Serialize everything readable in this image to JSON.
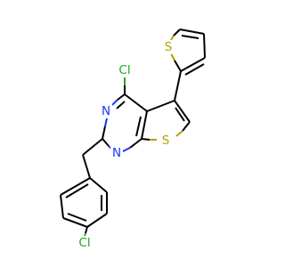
{
  "molecule": {
    "atoms": {
      "cl_top": "Cl",
      "n_pyr_1": "N",
      "n_pyr_2": "N",
      "s_fused": "S",
      "s_thienyl": "S",
      "cl_bottom": "Cl"
    },
    "colors": {
      "bond": "#000000",
      "nitrogen": "#1a33ff",
      "sulfur": "#b3a000",
      "chlorine": "#1fa81f"
    }
  }
}
